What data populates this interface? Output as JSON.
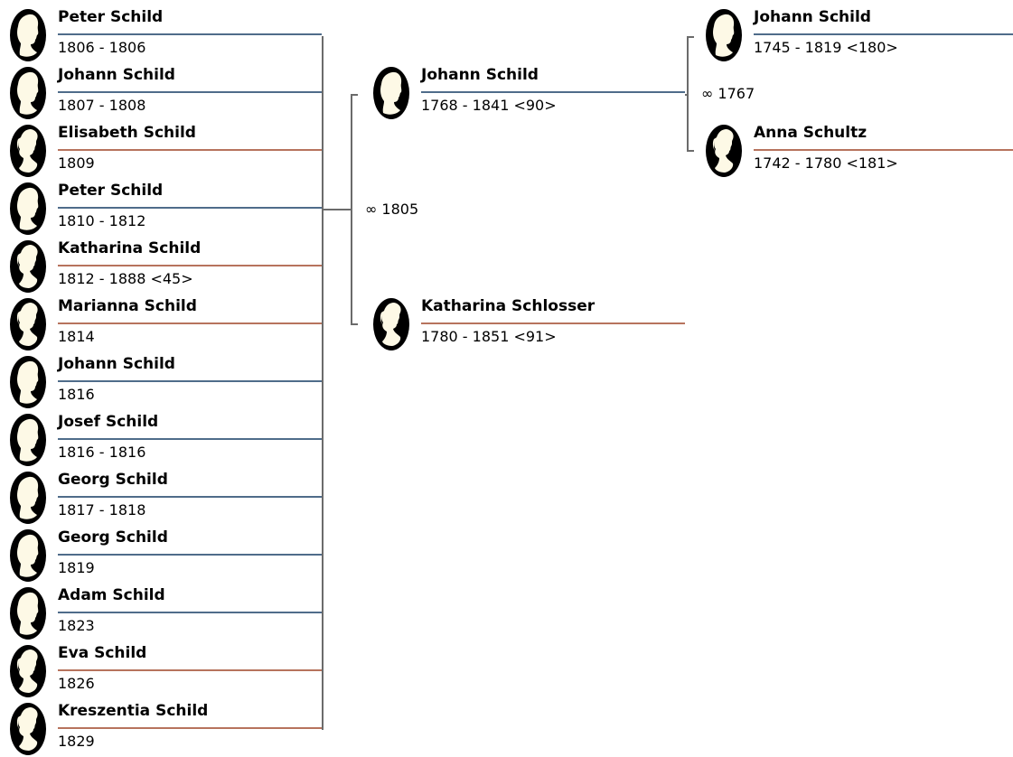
{
  "icons": {
    "male": "male-silhouette-icon",
    "female": "female-silhouette-icon"
  },
  "colors": {
    "male_line": "#4f6c8a",
    "female_line": "#b7735d",
    "connector": "#6b6b6b",
    "portrait_bg": "#fdf9e6",
    "portrait_frame": "#000000"
  },
  "children": [
    {
      "name": "Peter Schild",
      "dates": "1806 - 1806",
      "sex": "male"
    },
    {
      "name": "Johann Schild",
      "dates": "1807 - 1808",
      "sex": "male"
    },
    {
      "name": "Elisabeth Schild",
      "dates": "1809",
      "sex": "female"
    },
    {
      "name": "Peter Schild",
      "dates": "1810 - 1812",
      "sex": "male"
    },
    {
      "name": "Katharina Schild",
      "dates": "1812 - 1888 <45>",
      "sex": "female"
    },
    {
      "name": "Marianna Schild",
      "dates": "1814",
      "sex": "female"
    },
    {
      "name": "Johann Schild",
      "dates": "1816",
      "sex": "male"
    },
    {
      "name": "Josef Schild",
      "dates": "1816 - 1816",
      "sex": "male"
    },
    {
      "name": "Georg Schild",
      "dates": "1817 - 1818",
      "sex": "male"
    },
    {
      "name": "Georg Schild",
      "dates": "1819",
      "sex": "male"
    },
    {
      "name": "Adam Schild",
      "dates": "1823",
      "sex": "male"
    },
    {
      "name": "Eva Schild",
      "dates": "1826",
      "sex": "female"
    },
    {
      "name": "Kreszentia Schild",
      "dates": "1829",
      "sex": "female"
    }
  ],
  "parents": {
    "father": {
      "name": "Johann Schild",
      "dates": "1768 - 1841 <90>",
      "sex": "male"
    },
    "mother": {
      "name": "Katharina Schlosser",
      "dates": "1780 - 1851 <91>",
      "sex": "female"
    },
    "marriage": "∞ 1805"
  },
  "grandparents": {
    "father": {
      "name": "Johann Schild",
      "dates": "1745 - 1819 <180>",
      "sex": "male"
    },
    "mother": {
      "name": "Anna Schultz",
      "dates": "1742 - 1780 <181>",
      "sex": "female"
    },
    "marriage": "∞ 1767"
  }
}
